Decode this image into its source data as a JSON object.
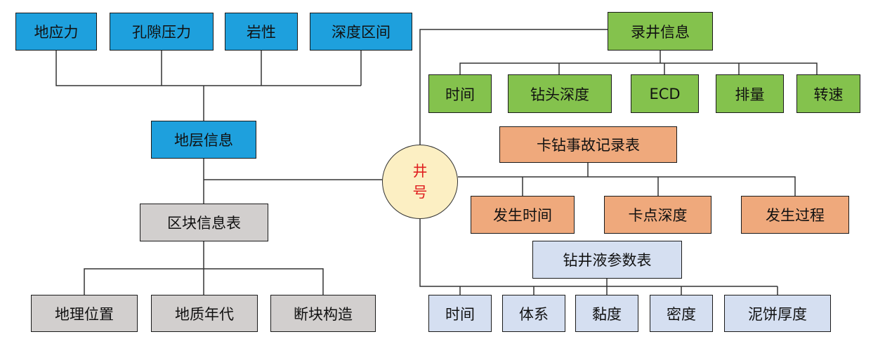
{
  "center": {
    "line1": "井",
    "line2": "号"
  },
  "stratum": {
    "title": "地层信息",
    "children": [
      "地应力",
      "孔隙压力",
      "岩性",
      "深度区间"
    ]
  },
  "block": {
    "title": "区块信息表",
    "children": [
      "地理位置",
      "地质年代",
      "断块构造"
    ]
  },
  "logging": {
    "title": "录井信息",
    "children": [
      "时间",
      "钻头深度",
      "ECD",
      "排量",
      "转速"
    ]
  },
  "stuck": {
    "title": "卡钻事故记录表",
    "children": [
      "发生时间",
      "卡点深度",
      "发生过程"
    ]
  },
  "fluid": {
    "title": "钻井液参数表",
    "children": [
      "时间",
      "体系",
      "黏度",
      "密度",
      "泥饼厚度"
    ]
  },
  "colors": {
    "blue": "#1ea0dd",
    "green": "#84c24d",
    "orange": "#efa97c",
    "gray": "#d2cfce",
    "lavender": "#d5dff1",
    "circle": "#fcefc3",
    "center_text": "#e02020"
  }
}
